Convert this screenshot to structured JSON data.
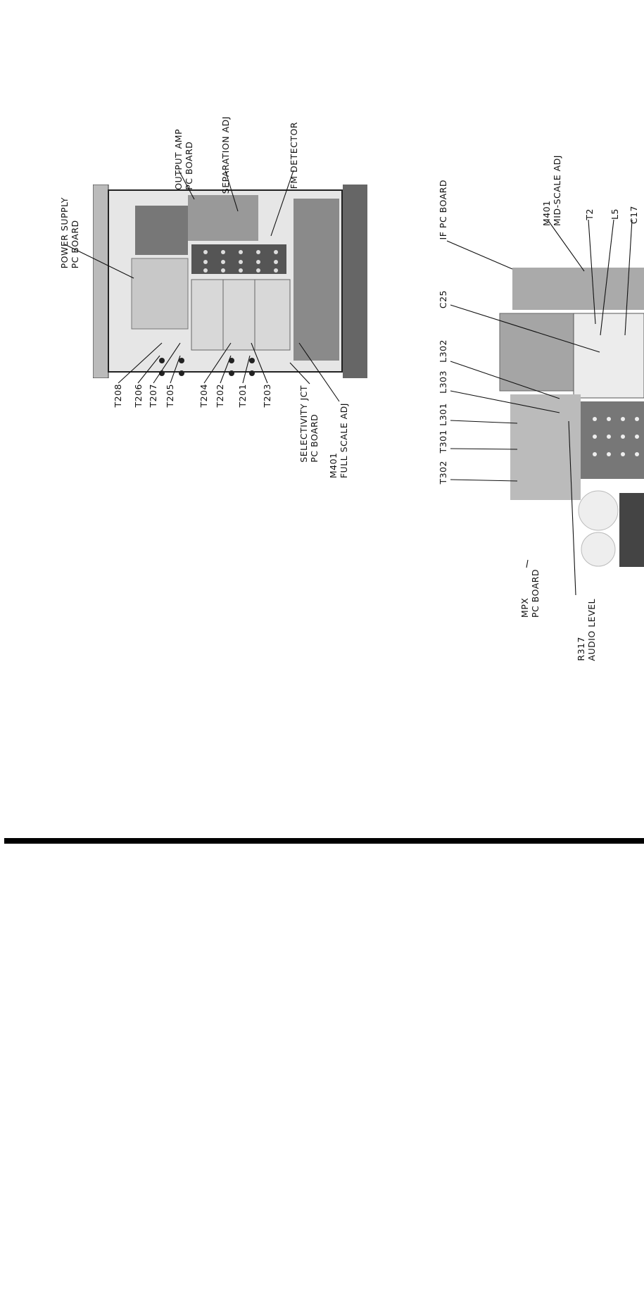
{
  "figure_left": {
    "labels": {
      "power_supply": [
        "POWER SUPPLY",
        "PC BOARD"
      ],
      "output_amp": [
        "OUTPUT AMP",
        "PC BOARD"
      ],
      "separation_adj": "SEPARATION ADJ",
      "fm_detector": "FM DETECTOR",
      "t208": "T208",
      "t206": "T206",
      "t207": "T207",
      "t205": "T205",
      "t204": "T204",
      "t202": "T202",
      "t201": "T201",
      "t203": "T203",
      "selectivity": [
        "SELECTIVITY JCT",
        "PC BOARD"
      ],
      "m401_full": [
        "M401",
        "FULL SCALE ADJ"
      ]
    }
  },
  "figure_right": {
    "labels": {
      "if_pc_board": "IF PC BOARD",
      "m401_mid": [
        "M401",
        "MID-SCALE ADJ"
      ],
      "t2": "T2",
      "l5": "L5",
      "c17": "C17",
      "c25": "C25",
      "l302": "L302",
      "l303": "L303",
      "l301": "L301",
      "t301": "T301",
      "t302": "T302",
      "mpx": [
        "MPX",
        "PC BOARD"
      ],
      "r317": [
        "R317",
        "AUDIO LEVEL"
      ]
    }
  },
  "colors": {
    "ink": "#111111",
    "photo_gray": "#9a9a9a",
    "divider": "#000000"
  }
}
